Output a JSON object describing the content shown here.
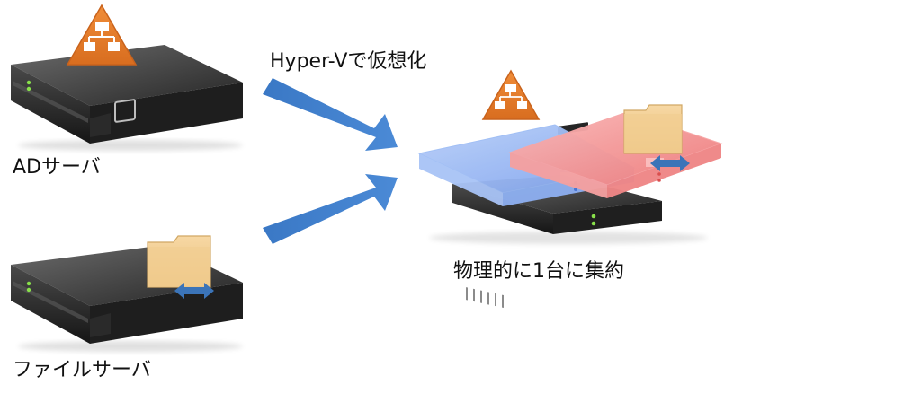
{
  "labels": {
    "ad_server": "ADサーバ",
    "file_server": "ファイルサーバ",
    "virtualize": "Hyper-Vで仮想化",
    "consolidate": "物理的に1台に集約"
  },
  "icons": {
    "server": "rack-server-icon",
    "network": "network-hierarchy-icon",
    "folder": "folder-icon",
    "transfer": "double-arrow-icon",
    "flow_arrow": "arrow-icon"
  },
  "colors": {
    "server_body": "#3a3a3a",
    "network_badge": "#e07b29",
    "folder": "#f2c98a",
    "transfer_arrow": "#3b74b8",
    "flow_arrow": "#3f7fcb",
    "virtual_blue": "#8fb2f5",
    "virtual_red": "#f28b8b"
  }
}
